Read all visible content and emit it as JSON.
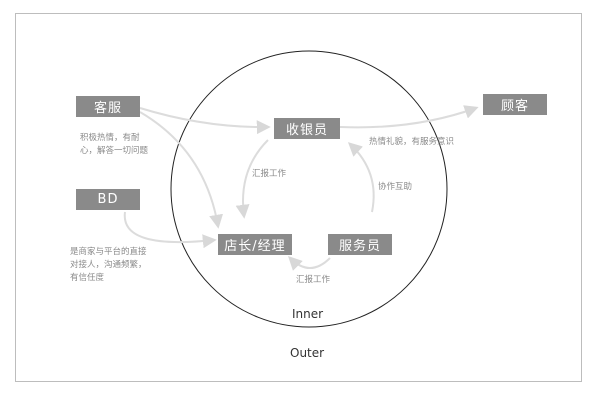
{
  "nodes": {
    "kefu": "客服",
    "bd": "BD",
    "cashier": "收银员",
    "manager": "店长/经理",
    "waiter": "服务员",
    "customer": "顾客"
  },
  "notes": {
    "kefu_line1": "积极热情，有耐",
    "kefu_line2": "心，解答一切问题",
    "bd_line1": "是商家与平台的直接",
    "bd_line2": "对接人，沟通频繁，",
    "bd_line3": "有信任度",
    "cashier_report": "汇报工作",
    "cooperation": "协作互助",
    "cashier_customer": "热情礼貌，有服务意识",
    "waiter_report": "汇报工作"
  },
  "rings": {
    "inner": "Inner",
    "outer": "Outer"
  }
}
